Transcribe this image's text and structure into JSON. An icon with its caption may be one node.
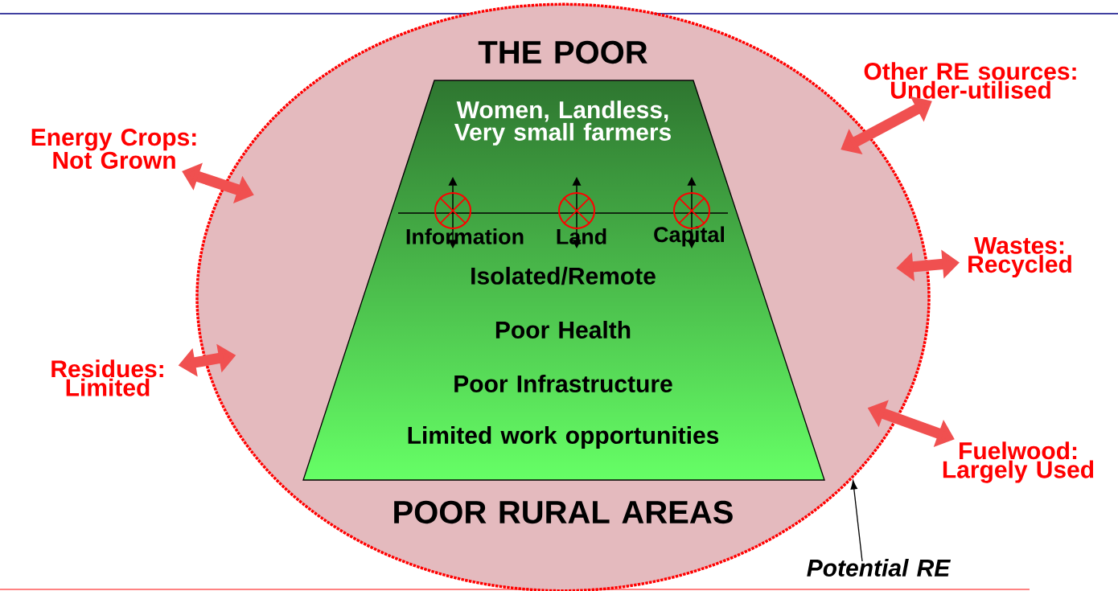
{
  "diagram": {
    "nodes": [
      {
        "text": [
          "THE POOR",
          "POOR RURAL AREAS"
        ]
      },
      {
        "text": [
          "Women, Landless, Very small farmers",
          "Information",
          "Land",
          "Capital",
          "Isolated/Remote",
          "Poor Health",
          "Poor Infrastructure",
          "Limited work opportunities"
        ],
        "in": 0
      },
      {
        "text": [
          "Energy Crops: Not Grown"
        ]
      },
      {
        "text": [
          "Residues: Limited"
        ]
      },
      {
        "text": [
          "Other RE sources: Under-utilised"
        ]
      },
      {
        "text": [
          "Wastes: Recycled"
        ]
      },
      {
        "text": [
          "Fuelwood: Largely Used"
        ]
      },
      {
        "text": [
          "Potential  RE"
        ]
      }
    ],
    "edges": [
      {
        "from": 2,
        "to": 0,
        "arrow": "both"
      },
      {
        "from": 3,
        "to": 0,
        "arrow": "both"
      },
      {
        "from": 4,
        "to": 0,
        "arrow": "both"
      },
      {
        "from": 5,
        "to": 0,
        "arrow": "both"
      },
      {
        "from": 6,
        "to": 0,
        "arrow": "both"
      },
      {
        "from": 7,
        "to": 0,
        "arrow": "to",
        "color": "#000000"
      }
    ]
  }
}
